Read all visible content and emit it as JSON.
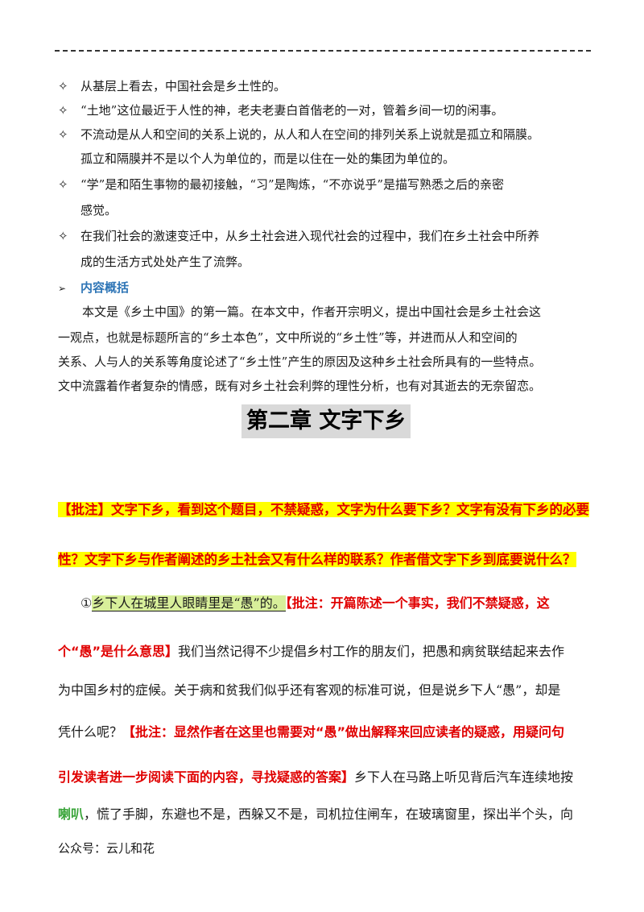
{
  "bullets": [
    {
      "symbol": "✧",
      "text": "从基层上看去，中国社会是乡土性的。"
    },
    {
      "symbol": "✧",
      "text": "“土地”这位最近于人性的神，老夫老妻白首偕老的一对，管着乡间一切的闲事。"
    },
    {
      "symbol": "✧",
      "text": "不流动是从人和空间的关系上说的，从人和人在空间的排列关系上说就是孤立和隔膜。",
      "cont": "孤立和隔膜并不是以个人为单位的，而是以住在一处的集团为单位的。"
    },
    {
      "symbol": "✧",
      "text": "“学”是和陌生事物的最初接触，“习”是陶炼，“不亦说乎”是描写熟悉之后的亲密",
      "cont": "感觉。"
    },
    {
      "symbol": "✧",
      "text": "在我们社会的激速变迁中，从乡土社会进入现代社会的过程中，我们在乡土社会中所养",
      "cont": "成的生活方式处处产生了流弊。"
    }
  ],
  "summary": {
    "arrow": "➢",
    "title": "内容概括",
    "lines": [
      "本文是《乡土中国》的第一篇。在本文中，作者开宗明义，提出中国社会是乡土社会这",
      "一观点，也就是标题所言的“乡土本色”，文中所说的“乡土性”等，并进而从人和空间的",
      "关系、人与人的关系等角度论述了“乡土性”产生的原因及这种乡土社会所具有的一些特点。",
      "文中流露着作者复杂的情感，既有对乡土社会利弊的理性分析，也有对其逝去的无奈留恋。"
    ]
  },
  "chapter_title": "第二章  文字下乡",
  "annotation_intro": {
    "line1": "【批注】文字下乡，看到这个题目，不禁疑惑，文字为什么要下乡？文字有没有下乡的必要",
    "line2": "性？文字下乡与作者阐述的乡土社会又有什么样的联系？作者借文字下乡到底要说什么？"
  },
  "paragraph1": {
    "number": "①",
    "highlight": "乡下人在城里人眼睛里是“愚”的。",
    "note1_a": "【批注：开篇陈述一个事实，我们不禁疑惑，这",
    "note1_b": "个“愚”是什么意思】",
    "text1": "我们当然记得不少提倡乡村工作的朋友们，把愚和病贫联结起来去作",
    "text2": "为中国乡村的症候。关于病和贫我们似乎还有客观的标准可说，但是说乡下人“愚”，却是",
    "text3": "凭什么呢？",
    "note2_a": "【批注：显然作者在这里也需要对“愚”做出解释来回应读者的疑惑，用疑问句",
    "note2_b": "引发读者进一步阅读下面的内容，寻找疑惑的答案】",
    "text4": "乡下人在马路上听见背后汽车连续地按",
    "green_word": "喇叭",
    "text5": "，慌了手脚，东避也不是，西躲又不是，司机拉住闸车，在玻璃窗里，探出半个头，向"
  },
  "footer": "公众号：云儿和花"
}
